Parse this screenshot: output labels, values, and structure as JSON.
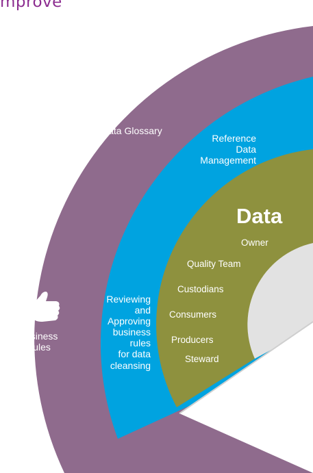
{
  "heading": {
    "text": "mprove",
    "color": "#8b2c8f"
  },
  "colors": {
    "outer_band": "#8f6b8d",
    "middle_band": "#00a3e0",
    "inner_band": "#8e913e",
    "center_disc": "#e2e2e2",
    "label_text": "#ffffff"
  },
  "outer_band": {
    "glossary": "Data Glossary",
    "business_rules": [
      "Business",
      "Rules"
    ],
    "icon": "thumbs-up-icon"
  },
  "middle_band": {
    "reference": [
      "Reference",
      "Data",
      "Management"
    ],
    "reviewing": [
      "Reviewing",
      "and",
      "Approving",
      "business",
      "rules",
      "for data",
      "cleansing"
    ]
  },
  "inner_band": {
    "title": "Data",
    "roles": [
      "Owner",
      "Quality Team",
      "Custodians",
      "Consumers",
      "Producers",
      "Steward"
    ]
  }
}
